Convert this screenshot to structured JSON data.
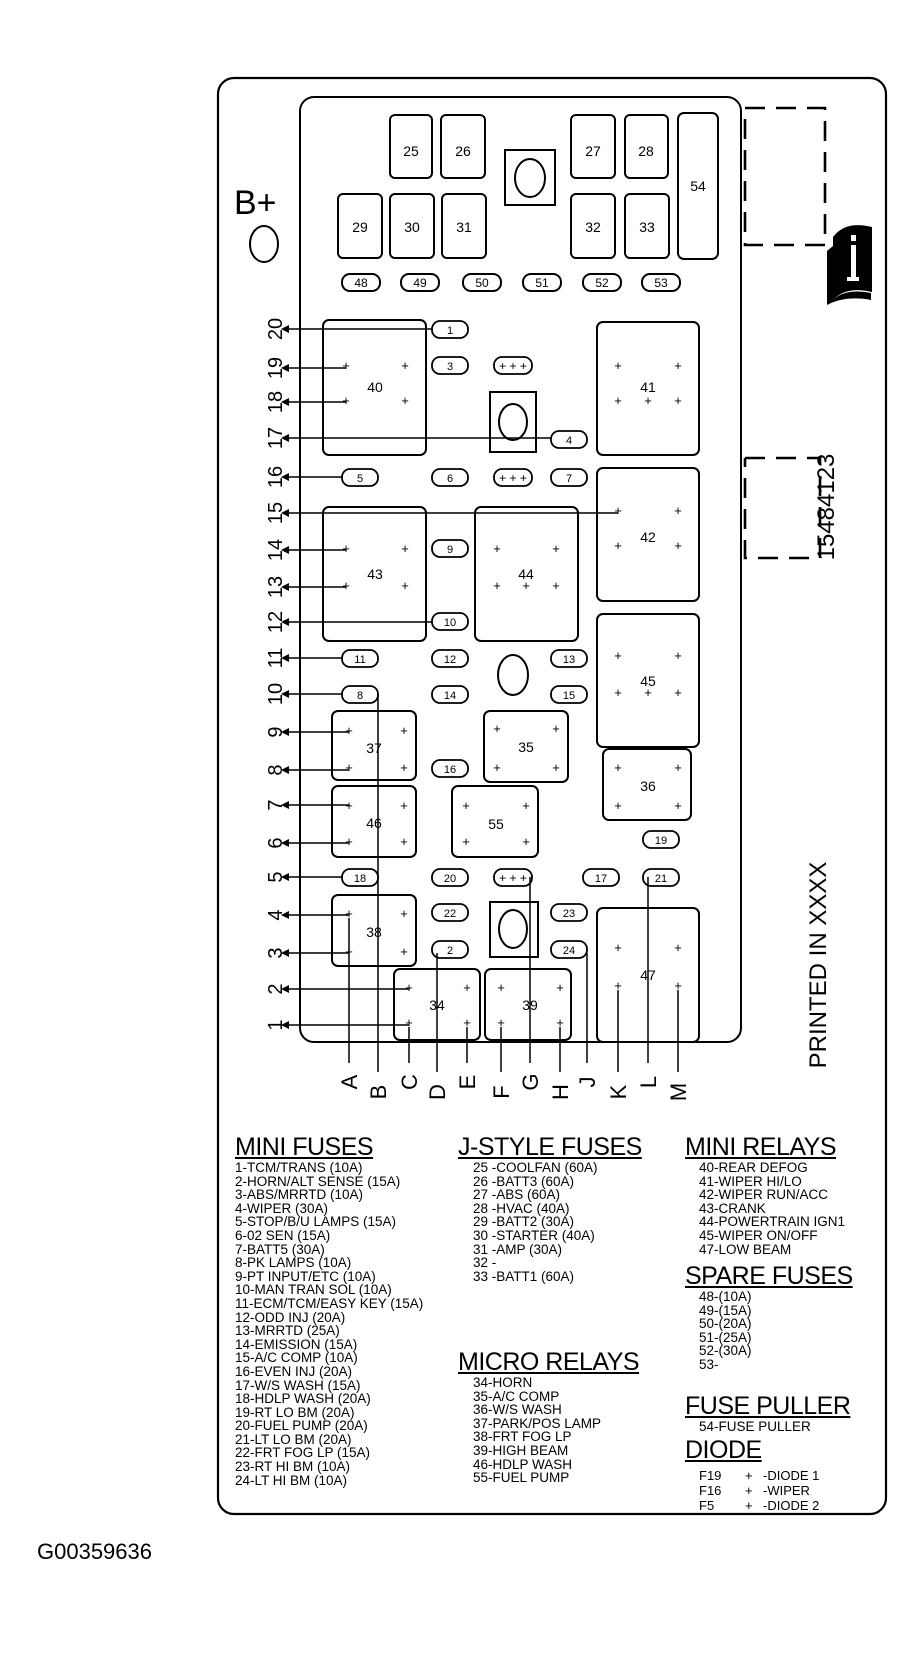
{
  "panel": {
    "b_plus": "B+",
    "printed_in": "PRINTED IN XXXX",
    "part_number": "15484123",
    "figure_id": "G00359636",
    "book_icon": "book-info-icon"
  },
  "boxes": [
    {
      "id": "25",
      "label": "25"
    },
    {
      "id": "26",
      "label": "26"
    },
    {
      "id": "27",
      "label": "27"
    },
    {
      "id": "28",
      "label": "28"
    },
    {
      "id": "29",
      "label": "29"
    },
    {
      "id": "30",
      "label": "30"
    },
    {
      "id": "31",
      "label": "31"
    },
    {
      "id": "32",
      "label": "32"
    },
    {
      "id": "33",
      "label": "33"
    },
    {
      "id": "54",
      "label": "54"
    }
  ],
  "ovals": [
    {
      "id": "48",
      "label": "48"
    },
    {
      "id": "49",
      "label": "49"
    },
    {
      "id": "50",
      "label": "50"
    },
    {
      "id": "51",
      "label": "51"
    },
    {
      "id": "52",
      "label": "52"
    },
    {
      "id": "53",
      "label": "53"
    }
  ],
  "fuses": [
    {
      "id": "f1",
      "label": "1"
    },
    {
      "id": "f3",
      "label": "3"
    },
    {
      "id": "f4",
      "label": "4"
    },
    {
      "id": "f5",
      "label": "5"
    },
    {
      "id": "f6",
      "label": "6"
    },
    {
      "id": "f7",
      "label": "7"
    },
    {
      "id": "f9",
      "label": "9"
    },
    {
      "id": "f10",
      "label": "10"
    },
    {
      "id": "f11",
      "label": "11"
    },
    {
      "id": "f12",
      "label": "12"
    },
    {
      "id": "f13",
      "label": "13"
    },
    {
      "id": "f14",
      "label": "14"
    },
    {
      "id": "f15",
      "label": "15"
    },
    {
      "id": "f8",
      "label": "8"
    },
    {
      "id": "f16",
      "label": "16"
    },
    {
      "id": "f18",
      "label": "18"
    },
    {
      "id": "f20",
      "label": "20"
    },
    {
      "id": "f17",
      "label": "17"
    },
    {
      "id": "f21",
      "label": "21"
    },
    {
      "id": "f19",
      "label": "19"
    },
    {
      "id": "f22",
      "label": "22"
    },
    {
      "id": "f23",
      "label": "23"
    },
    {
      "id": "f2",
      "label": "2"
    },
    {
      "id": "f24",
      "label": "24"
    }
  ],
  "diodes": [
    {
      "id": "d1"
    },
    {
      "id": "d2"
    },
    {
      "id": "d3"
    }
  ],
  "relays": [
    {
      "id": "40",
      "label": "40"
    },
    {
      "id": "41",
      "label": "41"
    },
    {
      "id": "42",
      "label": "42"
    },
    {
      "id": "43",
      "label": "43"
    },
    {
      "id": "44",
      "label": "44"
    },
    {
      "id": "45",
      "label": "45"
    },
    {
      "id": "37",
      "label": "37"
    },
    {
      "id": "35",
      "label": "35"
    },
    {
      "id": "36",
      "label": "36"
    },
    {
      "id": "46",
      "label": "46"
    },
    {
      "id": "55",
      "label": "55"
    },
    {
      "id": "38",
      "label": "38"
    },
    {
      "id": "34",
      "label": "34"
    },
    {
      "id": "39",
      "label": "39"
    },
    {
      "id": "47",
      "label": "47"
    }
  ],
  "row_labels": [
    "20",
    "19",
    "18",
    "17",
    "16",
    "15",
    "14",
    "13",
    "12",
    "11",
    "10",
    "9",
    "8",
    "7",
    "6",
    "5",
    "4",
    "3",
    "2",
    "1"
  ],
  "column_labels": [
    "A",
    "B",
    "C",
    "D",
    "E",
    "F",
    "G",
    "H",
    "J",
    "K",
    "L",
    "M"
  ],
  "legend": {
    "mini_fuses": {
      "title": "MINI FUSES",
      "items": [
        "1-TCM/TRANS (10A)",
        "2-HORN/ALT SENSE (15A)",
        "3-ABS/MRRTD (10A)",
        "4-WIPER (30A)",
        "5-STOP/B/U LAMPS (15A)",
        "6-02 SEN (15A)",
        "7-BATT5 (30A)",
        "8-PK LAMPS (10A)",
        "9-PT INPUT/ETC (10A)",
        "10-MAN TRAN SOL (10A)",
        "11-ECM/TCM/EASY KEY (15A)",
        "12-ODD INJ (20A)",
        "13-MRRTD (25A)",
        "14-EMISSION (15A)",
        "15-A/C COMP (10A)",
        "16-EVEN INJ (20A)",
        "17-W/S WASH (15A)",
        "18-HDLP WASH (20A)",
        "19-RT LO BM (20A)",
        "20-FUEL PUMP (20A)",
        "21-LT LO BM (20A)",
        "22-FRT FOG LP (15A)",
        "23-RT HI BM (10A)",
        "24-LT HI BM (10A)"
      ]
    },
    "j_style_fuses": {
      "title": "J-STYLE FUSES",
      "items": [
        "25 -COOLFAN (60A)",
        "26 -BATT3 (60A)",
        "27 -ABS (60A)",
        "28 -HVAC (40A)",
        "29 -BATT2 (30A)",
        "30 -STARTER (40A)",
        "31 -AMP (30A)",
        "32 -",
        "33 -BATT1 (60A)"
      ]
    },
    "micro_relays": {
      "title": "MICRO RELAYS",
      "items": [
        "34-HORN",
        "35-A/C COMP",
        "36-W/S WASH",
        "37-PARK/POS LAMP",
        "38-FRT FOG LP",
        "39-HIGH BEAM",
        "46-HDLP WASH",
        "55-FUEL PUMP"
      ]
    },
    "mini_relays": {
      "title": "MINI RELAYS",
      "items": [
        "40-REAR DEFOG",
        "41-WIPER HI/LO",
        "42-WIPER RUN/ACC",
        "43-CRANK",
        "44-POWERTRAIN IGN1",
        "45-WIPER ON/OFF",
        "47-LOW BEAM"
      ]
    },
    "spare_fuses": {
      "title": "SPARE FUSES",
      "items": [
        "48-(10A)",
        "49-(15A)",
        "50-(20A)",
        "51-(25A)",
        "52-(30A)",
        "53-"
      ]
    },
    "fuse_puller": {
      "title": "FUSE PULLER",
      "items": [
        "54-FUSE PULLER"
      ]
    },
    "diode": {
      "title": "DIODE",
      "items": [
        {
          "key": "F19",
          "value": "-DIODE 1"
        },
        {
          "key": "F16",
          "value": "-WIPER"
        },
        {
          "key": "F5",
          "value": "-DIODE 2"
        }
      ]
    }
  }
}
